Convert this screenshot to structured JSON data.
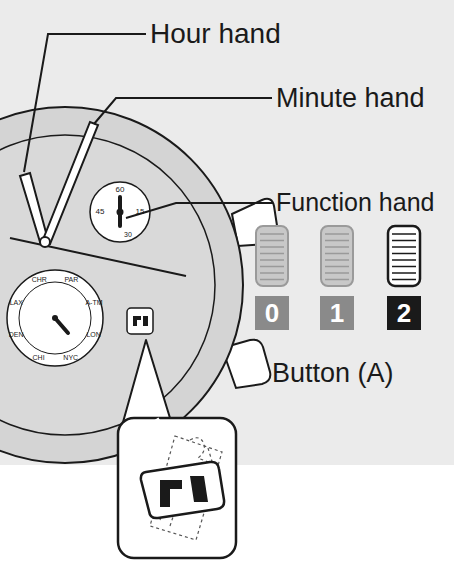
{
  "diagram": {
    "nodes": [
      {
        "text": [
          "0"
        ]
      },
      {
        "text": [
          "1"
        ]
      },
      {
        "text": [
          "2"
        ]
      }
    ],
    "labels": [
      "Hour hand",
      "Minute hand",
      "Function hand",
      "Button (A)",
      "60",
      "15",
      "45",
      "30",
      "CHR",
      "PAR",
      "A-TM",
      "LON",
      "NYC",
      "CHI",
      "DEN",
      "LAX"
    ]
  }
}
